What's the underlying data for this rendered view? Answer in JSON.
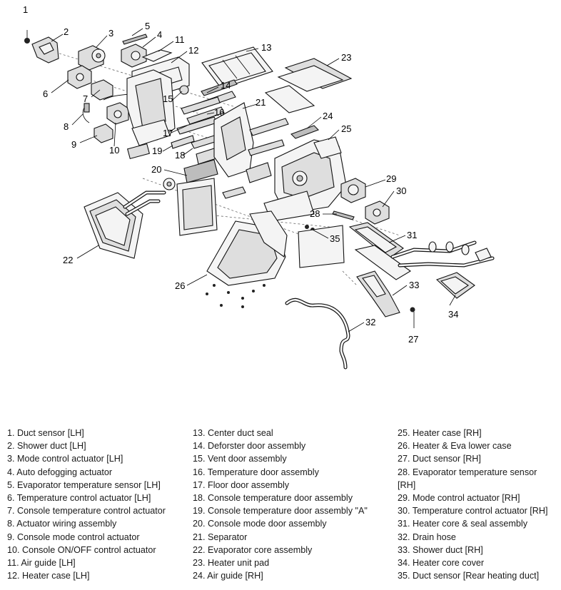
{
  "callouts": [
    "1",
    "2",
    "3",
    "4",
    "5",
    "6",
    "7",
    "8",
    "9",
    "10",
    "11",
    "12",
    "13",
    "14",
    "15",
    "16",
    "17",
    "18",
    "19",
    "20",
    "21",
    "22",
    "23",
    "24",
    "25",
    "26",
    "27",
    "28",
    "29",
    "30",
    "31",
    "32",
    "33",
    "34",
    "35"
  ],
  "legend": {
    "col1": [
      "1. Duct sensor [LH]",
      "2. Shower duct [LH]",
      "3. Mode control actuator [LH]",
      "4. Auto defogging actuator",
      "5. Evaporator temperature sensor [LH]",
      "6. Temperature control actuator [LH]",
      "7. Console temperature control actuator",
      "8. Actuator wiring assembly",
      "9. Console mode control actuator",
      "10. Console ON/OFF control actuator",
      "11. Air guide [LH]",
      "12. Heater case [LH]"
    ],
    "col2": [
      "13. Center duct seal",
      "14. Deforster door assembly",
      "15. Vent door assembly",
      "16. Temperature door assembly",
      "17. Floor door assembly",
      "18. Console temperature door assembly",
      "19. Console temperature door assembly \"A\"",
      "20. Console mode door assembly",
      "21. Separator",
      "22. Evaporator core assembly",
      "23. Heater unit pad",
      "24. Air guide [RH]"
    ],
    "col3": [
      "25. Heater case [RH]",
      "26. Heater & Eva lower case",
      "27. Duct sensor [RH]",
      "28. Evaporator temperature sensor",
      "[RH]",
      "29. Mode control actuator [RH]",
      "30. Temperature control actuator [RH]",
      "31. Heater core & seal assembly",
      "32. Drain hose",
      "33. Shower duct [RH]",
      "34. Heater core cover",
      "35. Duct sensor [Rear heating duct]"
    ]
  }
}
